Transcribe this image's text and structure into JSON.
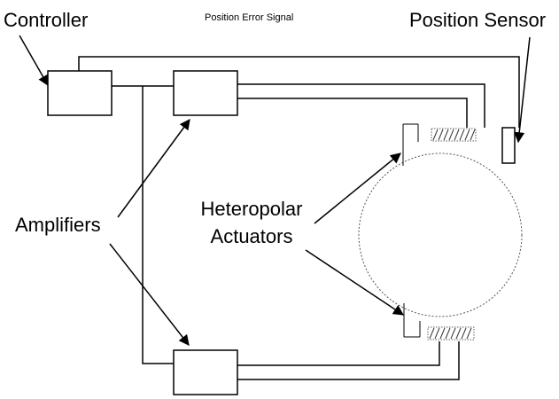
{
  "labels": {
    "controller": "Controller",
    "position_error_signal": "Position Error Signal",
    "position_sensor": "Position Sensor",
    "amplifiers": "Amplifiers",
    "actuators_line1": "Heteropolar",
    "actuators_line2": "Actuators"
  },
  "colors": {
    "line": "#000000",
    "background": "#ffffff"
  }
}
